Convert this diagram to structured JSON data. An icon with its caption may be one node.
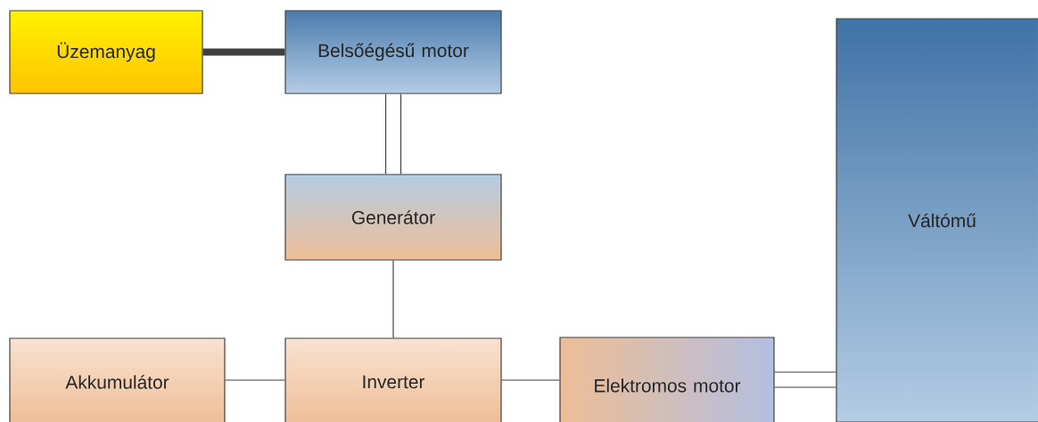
{
  "diagram": {
    "nodes": [
      {
        "text": [
          "Üzemanyag"
        ]
      },
      {
        "text": [
          "Belsőégésű motor"
        ]
      },
      {
        "text": [
          "Generátor"
        ]
      },
      {
        "text": [
          "Akkumulátor"
        ]
      },
      {
        "text": [
          "Inverter"
        ]
      },
      {
        "text": [
          "Elektromos motor"
        ]
      },
      {
        "text": [
          "Váltómű"
        ]
      }
    ],
    "edges": [
      {
        "from": 0,
        "to": 1,
        "arrow": "none",
        "style": "thick"
      },
      {
        "from": 1,
        "to": 2,
        "arrow": "none"
      },
      {
        "from": 1,
        "to": 2,
        "arrow": "none"
      },
      {
        "from": 2,
        "to": 4,
        "arrow": "none"
      },
      {
        "from": 3,
        "to": 4,
        "arrow": "none"
      },
      {
        "from": 4,
        "to": 5,
        "arrow": "none"
      },
      {
        "from": 5,
        "to": 6,
        "arrow": "none"
      },
      {
        "from": 5,
        "to": 6,
        "arrow": "none"
      }
    ]
  }
}
